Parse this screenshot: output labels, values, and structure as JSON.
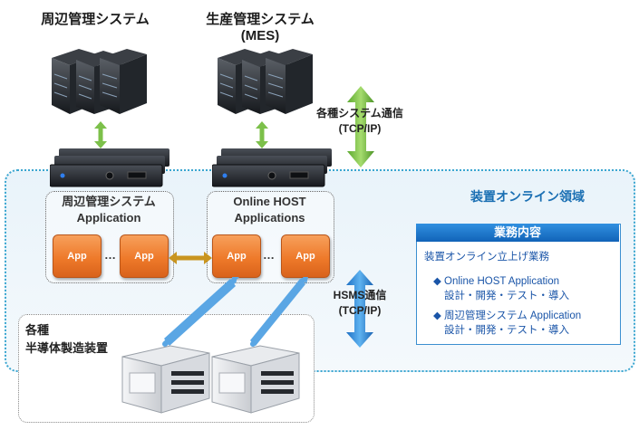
{
  "titles": {
    "peripheral": "周辺管理システム",
    "mes_line1": "生産管理システム",
    "mes_line2": "(MES)"
  },
  "zone": {
    "title": "装置オンライン領域"
  },
  "groups": {
    "peripheral_line1": "周辺管理システム",
    "peripheral_line2": "Application",
    "online_line1": "Online HOST",
    "online_line2": "Applications"
  },
  "apps": {
    "label": "App",
    "dots": "…"
  },
  "comm": {
    "tcp_line1": "各種システム通信",
    "tcp_line2": "(TCP/IP)",
    "hsms_line1": "HSMS通信",
    "hsms_line2": "(TCP/IP)"
  },
  "equipment": {
    "line1": "各種",
    "line2": "半導体製造装置"
  },
  "duties": {
    "heading": "業務内容",
    "intro": "装置オンライン立上げ業務",
    "item1_title": "◆ Online HOST Application",
    "item1_sub": "設計・開発・テスト・導入",
    "item2_title": "◆ 周辺管理システム Application",
    "item2_sub": "設計・開発・テスト・導入"
  },
  "colors": {
    "zone_border": "#3aa6d0",
    "green_arrow": "#7cc04a",
    "blue_arrow": "#2a86d8",
    "app_orange": "#ee7a2a",
    "link_gold": "#c9951f",
    "heading_blue": "#1163b8"
  },
  "icons": [
    "server-rack-icon",
    "rack-server-unit-icon",
    "semiconductor-equipment-icon",
    "double-arrow-icon"
  ]
}
